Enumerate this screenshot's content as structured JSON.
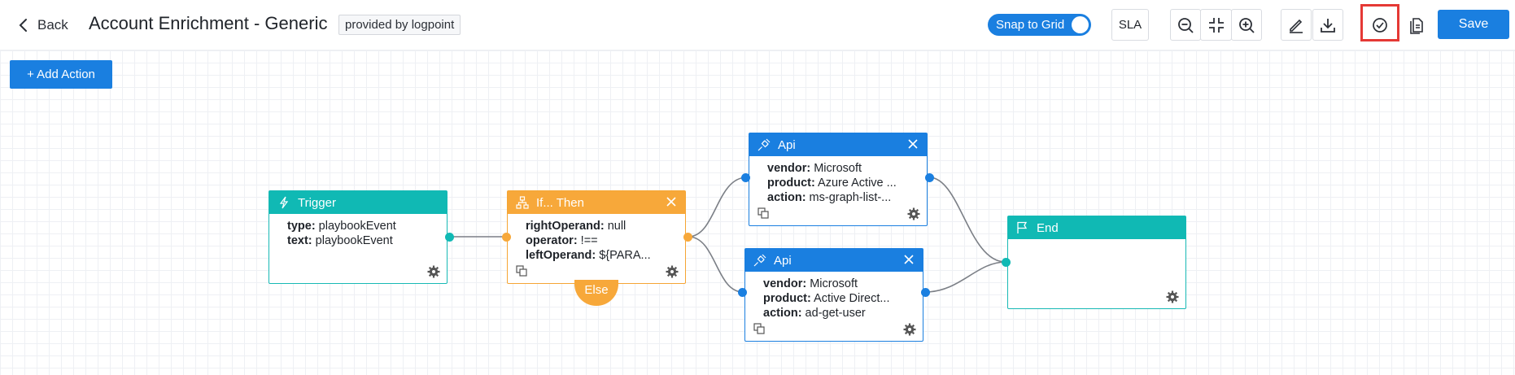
{
  "header": {
    "back_label": "Back",
    "title": "Account Enrichment - Generic",
    "badge": "provided by logpoint",
    "snap_label": "Snap to Grid",
    "sla_label": "SLA",
    "save_label": "Save"
  },
  "canvas": {
    "add_action_label": "+ Add Action"
  },
  "nodes": {
    "trigger": {
      "title": "Trigger",
      "rows": [
        {
          "key": "type:",
          "value": " playbookEvent"
        },
        {
          "key": "text:",
          "value": " playbookEvent"
        }
      ]
    },
    "ifthen": {
      "title": "If... Then",
      "rows": [
        {
          "key": "rightOperand:",
          "value": " null"
        },
        {
          "key": "operator:",
          "value": " !=="
        },
        {
          "key": "leftOperand:",
          "value": " ${PARA..."
        }
      ],
      "else_label": "Else"
    },
    "api1": {
      "title": "Api",
      "rows": [
        {
          "key": "vendor:",
          "value": " Microsoft"
        },
        {
          "key": "product:",
          "value": " Azure Active ..."
        },
        {
          "key": "action:",
          "value": " ms-graph-list-..."
        }
      ]
    },
    "api2": {
      "title": "Api",
      "rows": [
        {
          "key": "vendor:",
          "value": " Microsoft"
        },
        {
          "key": "product:",
          "value": " Active Direct..."
        },
        {
          "key": "action:",
          "value": " ad-get-user"
        }
      ]
    },
    "end": {
      "title": "End"
    }
  },
  "colors": {
    "primary": "#1a7fe0",
    "teal": "#10b9b4",
    "orange": "#f7a83a",
    "highlight": "#e53935"
  }
}
